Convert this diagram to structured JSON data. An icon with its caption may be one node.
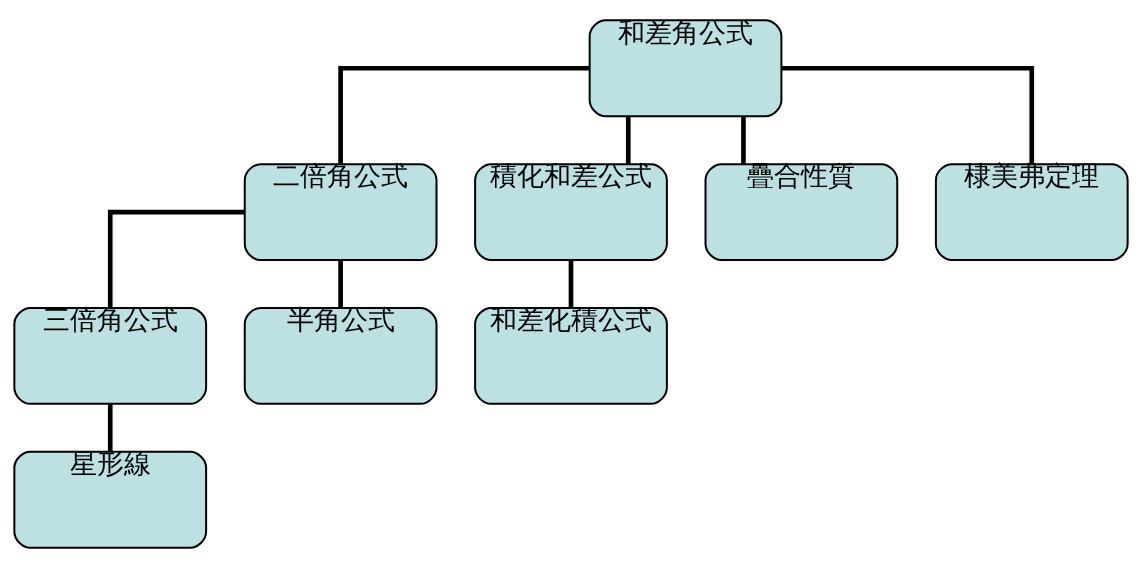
{
  "diagram": {
    "nodes": [
      {
        "text": [
          "和差角公式"
        ]
      },
      {
        "text": [
          "二倍角公式"
        ]
      },
      {
        "text": [
          "積化和差公式"
        ]
      },
      {
        "text": [
          "疊合性質"
        ]
      },
      {
        "text": [
          "棣美弗定理"
        ]
      },
      {
        "text": [
          "三倍角公式"
        ]
      },
      {
        "text": [
          "半角公式"
        ]
      },
      {
        "text": [
          "和差化積公式"
        ]
      },
      {
        "text": [
          "星形線"
        ]
      }
    ],
    "edges": [
      {
        "from": 0,
        "to": 1,
        "arrow": "none"
      },
      {
        "from": 0,
        "to": 2,
        "arrow": "none"
      },
      {
        "from": 0,
        "to": 3,
        "arrow": "none"
      },
      {
        "from": 0,
        "to": 4,
        "arrow": "none"
      },
      {
        "from": 1,
        "to": 5,
        "arrow": "none"
      },
      {
        "from": 1,
        "to": 6,
        "arrow": "none"
      },
      {
        "from": 2,
        "to": 7,
        "arrow": "none"
      },
      {
        "from": 5,
        "to": 8,
        "arrow": "none"
      }
    ]
  }
}
